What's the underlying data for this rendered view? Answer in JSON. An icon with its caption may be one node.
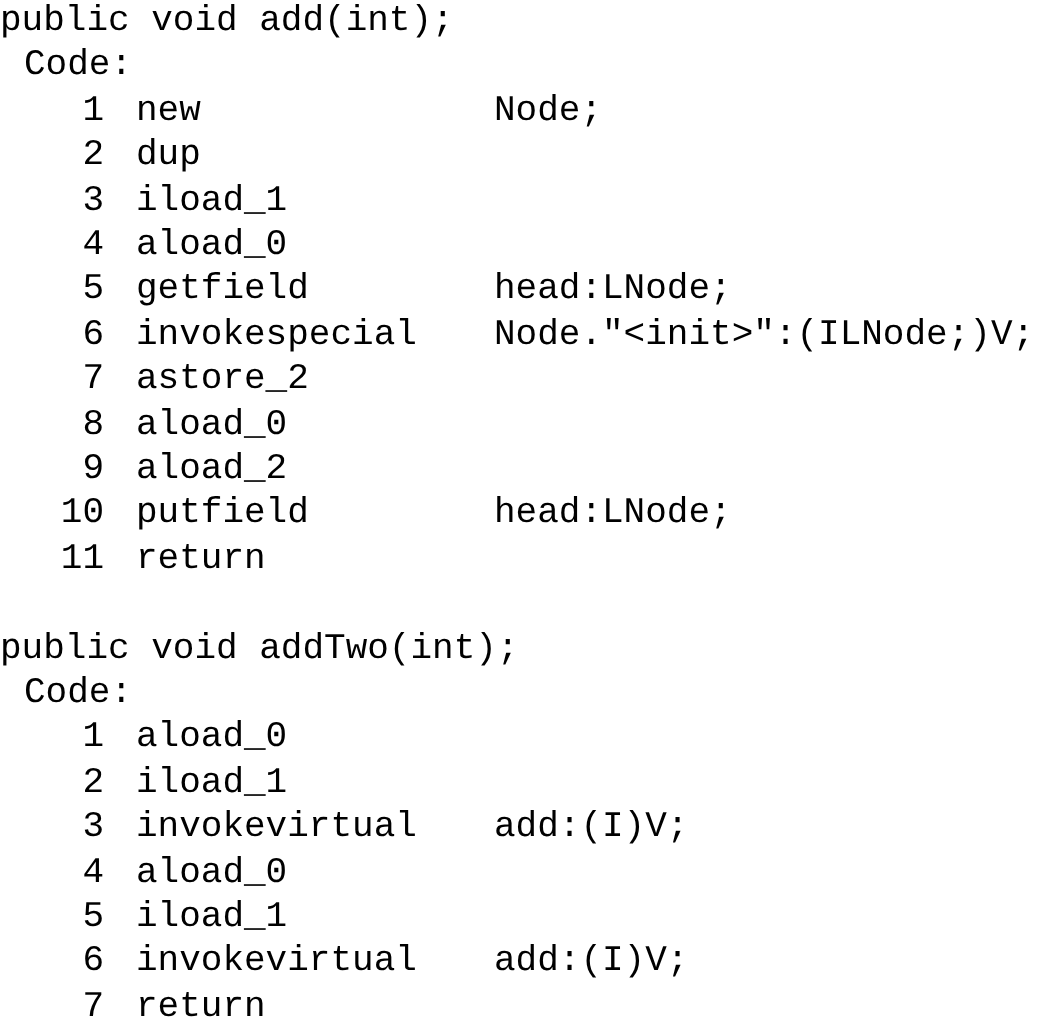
{
  "diagram": {
    "labels": [
      "public void add(int);",
      "Code:",
      "1",
      "new",
      "Node;",
      "2",
      "dup",
      "3",
      "iload_1",
      "4",
      "aload_0",
      "5",
      "getfield",
      "head:LNode;",
      "6",
      "invokespecial",
      "Node.\"<init>\":(ILNode;)V;",
      "7",
      "astore_2",
      "8",
      "aload_0",
      "9",
      "aload_2",
      "10",
      "putfield",
      "head:LNode;",
      "11",
      "return",
      "public void addTwo(int);",
      "Code:",
      "1",
      "aload_0",
      "2",
      "iload_1",
      "3",
      "invokevirtual",
      "add:(I)V;",
      "4",
      "aload_0",
      "5",
      "iload_1",
      "6",
      "invokevirtual",
      "add:(I)V;",
      "7",
      "return"
    ]
  }
}
